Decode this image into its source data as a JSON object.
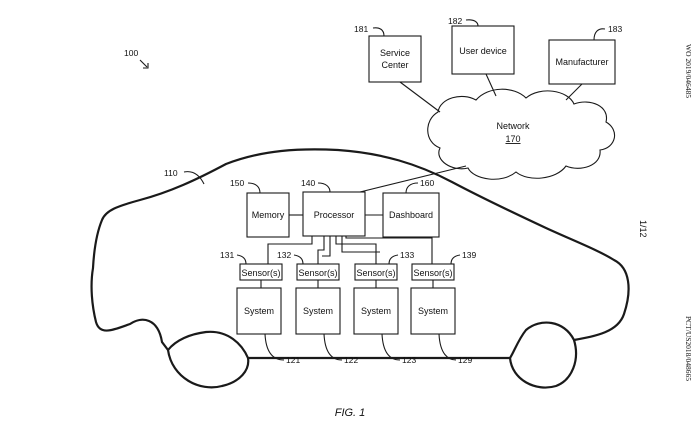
{
  "figure": {
    "ref_main": "100",
    "ref_vehicle": "110",
    "caption": "FIG. 1",
    "side_left": "WO 2019/046485",
    "side_right": "PCT/US2018/048665",
    "page": "1/12"
  },
  "nodes": {
    "service_center": {
      "line1": "Service",
      "line2": "Center",
      "ref": "181"
    },
    "user_device": {
      "label": "User device",
      "ref": "182"
    },
    "manufacturer": {
      "label": "Manufacturer",
      "ref": "183"
    },
    "network": {
      "label": "Network",
      "ref": "170"
    },
    "memory": {
      "label": "Memory",
      "ref": "150"
    },
    "processor": {
      "label": "Processor",
      "ref": "140"
    },
    "dashboard": {
      "label": "Dashboard",
      "ref": "160"
    },
    "sensors": [
      {
        "label": "Sensor(s)",
        "ref": "131"
      },
      {
        "label": "Sensor(s)",
        "ref": "132"
      },
      {
        "label": "Sensor(s)",
        "ref": "133"
      },
      {
        "label": "Sensor(s)",
        "ref": "139"
      }
    ],
    "systems": [
      {
        "label": "System",
        "ref": "121"
      },
      {
        "label": "System",
        "ref": "122"
      },
      {
        "label": "System",
        "ref": "123"
      },
      {
        "label": "System",
        "ref": "129"
      }
    ]
  }
}
